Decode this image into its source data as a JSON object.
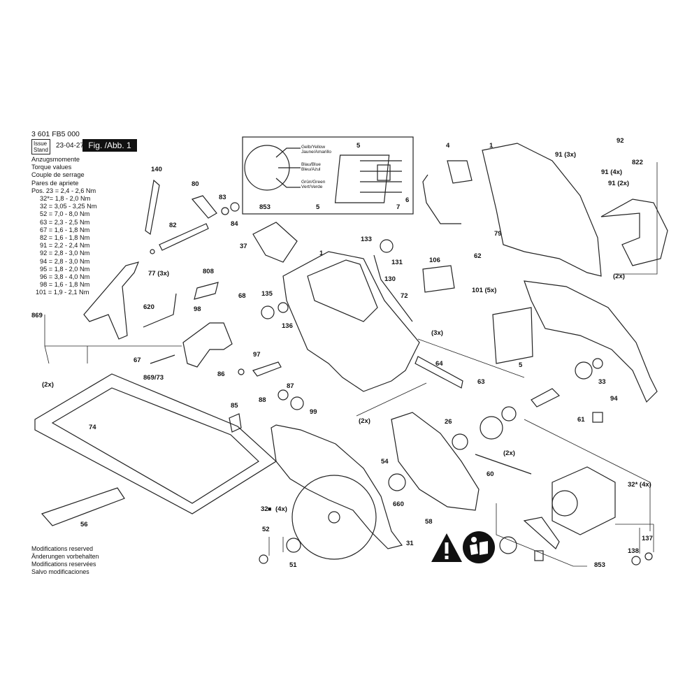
{
  "header": {
    "drawing_number": "3 601 FB5 000",
    "issue_label": "Issue",
    "stand_label": "Stand",
    "issue_date": "23-04-27",
    "figure_label": "Fig. /Abb. 1"
  },
  "torque": {
    "titles": [
      "Anzugsmomente",
      "Torque values",
      "Couple de serrage",
      "Pares de apriete"
    ],
    "rows": [
      "Pos. 23 = 2,4 - 2,6 Nm",
      "32*= 1,8 - 2,0 Nm",
      "32 = 3,05 - 3,25 Nm",
      "52 = 7,0 - 8,0 Nm",
      "63 = 2,3 - 2,5 Nm",
      "67 = 1,6 - 1,8 Nm",
      "82 = 1,6 - 1,8 Nm",
      "91 = 2,2 - 2,4 Nm",
      "92 = 2,8 - 3,0 Nm",
      "94 = 2,8 - 3,0 Nm",
      "95 = 1,8 - 2,0 Nm",
      "96 = 3,8 - 4,0 Nm",
      "98 = 1,6 - 1,8 Nm",
      "101 = 1,9 - 2,1 Nm"
    ]
  },
  "wire_colors": {
    "yellow": "Gelb/Yellow\nJaune/Amarillo",
    "blue": "Blau/Blue\nBleu/Azul",
    "green": "Grün/Green\nVert/Verde"
  },
  "parts": {
    "p140": "140",
    "p80": "80",
    "p83": "83",
    "p84": "84",
    "p82": "82",
    "p77": "77 (3x)",
    "p808": "808",
    "p620": "620",
    "p98": "98",
    "p68": "68",
    "p869": "869",
    "p67": "67",
    "p86973": "869/73",
    "p2x_a": "(2x)",
    "p74": "74",
    "p56": "56",
    "p37": "37",
    "p1a": "1",
    "p133": "133",
    "p131": "131",
    "p130": "130",
    "p135": "135",
    "p136": "136",
    "p97": "97",
    "p86": "86",
    "p87": "87",
    "p88": "88",
    "p99": "99",
    "p85": "85",
    "p2x_b": "(2x)",
    "p853a": "853",
    "p5a": "5",
    "p5b": "5",
    "p7": "7",
    "p6": "6",
    "p4": "4",
    "p1b": "1",
    "p79": "79",
    "p62": "62",
    "p106": "106",
    "p101": "101 (5x)",
    "p72": "72",
    "p3x": "(3x)",
    "p64": "64",
    "p63": "63",
    "p5c": "5",
    "p91a": "91 (3x)",
    "p92": "92",
    "p91b": "91 (4x)",
    "p822": "822",
    "p91c": "91 (2x)",
    "p2x_c": "(2x)",
    "p33": "33",
    "p94": "94",
    "p61": "61",
    "p26": "26",
    "p2x_d": "(2x)",
    "p54": "54",
    "p660": "660",
    "p60": "60",
    "p58": "58",
    "p32s": "32* (4x)",
    "p32": "32",
    "p4x": "(4x)",
    "p52": "52",
    "p51": "51",
    "p31": "31",
    "p138": "138",
    "p137": "137",
    "p853b": "853"
  },
  "footer": [
    "Modifications reserved",
    "Änderungen vorbehalten",
    "Modifications reservées",
    "Salvo modificaciones"
  ],
  "icons": [
    "warning-triangle-icon",
    "read-manual-icon"
  ]
}
